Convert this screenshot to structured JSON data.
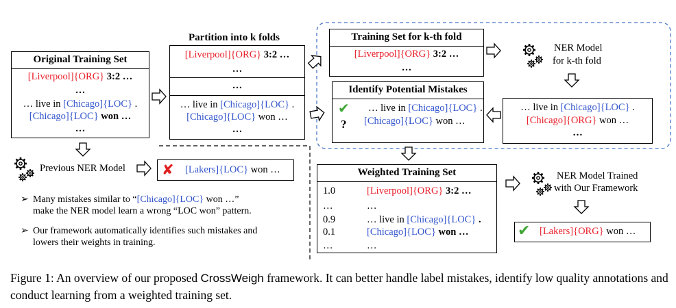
{
  "original_set": {
    "title": "Original Training Set",
    "l1_ent": "[Liverpool]{ORG}",
    "l1_rest": " 3:2 …",
    "l2": "…",
    "l3_pre": "… live in ",
    "l3_ent": "[Chicago]{LOC}",
    "l3_rest": " .",
    "l4_ent": "[Chicago]{LOC}",
    "l4_rest": " won …",
    "l5": "…"
  },
  "partition": {
    "title": "Partition into k folds",
    "f1_ent": "[Liverpool]{ORG}",
    "f1_rest": " 3:2 …",
    "f1_l2": "…",
    "f2_l1": "…",
    "f3_pre": "… live in ",
    "f3_ent": "[Chicago]{LOC}",
    "f3_rest": " .",
    "f3_ent2": "[Chicago]{LOC}",
    "f3_rest2": " won …",
    "f3_l3": "…"
  },
  "training_kth": {
    "title": "Training Set for k-th fold",
    "l1_ent": "[Liverpool]{ORG}",
    "l1_rest": " 3:2 …",
    "l2": "…"
  },
  "ner_kth": {
    "line1": "NER Model",
    "line2": "for k-th fold"
  },
  "identify": {
    "title": "Identify Potential Mistakes",
    "check": "✔",
    "l1_pre": "… live in ",
    "l1_ent": "[Chicago]{LOC}",
    "l1_rest": " .",
    "question": "?",
    "l2_ent": "[Chicago]{LOC}",
    "l2_rest": " won …"
  },
  "prediction": {
    "l1_pre": "… live in ",
    "l1_ent": "[Chicago]{LOC}",
    "l1_rest": " .",
    "l2_ent": "[Chicago]{ORG}",
    "l2_rest": " won …",
    "l3": "…"
  },
  "previous": {
    "label": "Previous NER Model",
    "cross": "✘",
    "ent": "[Lakers]{LOC}",
    "rest": " won …"
  },
  "notes": {
    "n1_a": "Many mistakes similar to “",
    "n1_ent": "[Chicago]{LOC}",
    "n1_b": " won …”",
    "n1_c": "make the NER model learn a wrong “LOC won” pattern.",
    "n2_a": "Our framework automatically identifies such mistakes and",
    "n2_b": "lowers their weights in training.",
    "bullet": "➢"
  },
  "weighted": {
    "title": "Weighted Training Set",
    "rows": [
      {
        "w": "1.0",
        "pre": "",
        "ent": "[Liverpool]{ORG}",
        "rest": " 3:2 …",
        "color": "red"
      },
      {
        "w": "…",
        "pre": "…",
        "ent": "",
        "rest": "",
        "color": ""
      },
      {
        "w": "0.9",
        "pre": "… live in ",
        "ent": "[Chicago]{LOC}",
        "rest": " .",
        "color": "blue"
      },
      {
        "w": "0.1",
        "pre": "",
        "ent": "[Chicago]{LOC}",
        "rest": " won …",
        "color": "blue"
      },
      {
        "w": "…",
        "pre": "…",
        "ent": "",
        "rest": "",
        "color": ""
      }
    ]
  },
  "ner_final": {
    "line1": "NER Model Trained",
    "line2": "with Our Framework"
  },
  "final": {
    "check": "✔",
    "ent": "[Lakers]{ORG}",
    "rest": " won …"
  },
  "caption": {
    "prefix": "Figure 1: An overview of our proposed ",
    "name": "CrossWeigh",
    "suffix": " framework. It can better handle label mistakes, identify low quality annotations and conduct learning from a weighted training set."
  },
  "colors": {
    "red": "#e8202a",
    "blue": "#3355cc",
    "green": "#3fa535",
    "dashed_blue": "#4a78c8",
    "cross_red": "#e02020"
  }
}
